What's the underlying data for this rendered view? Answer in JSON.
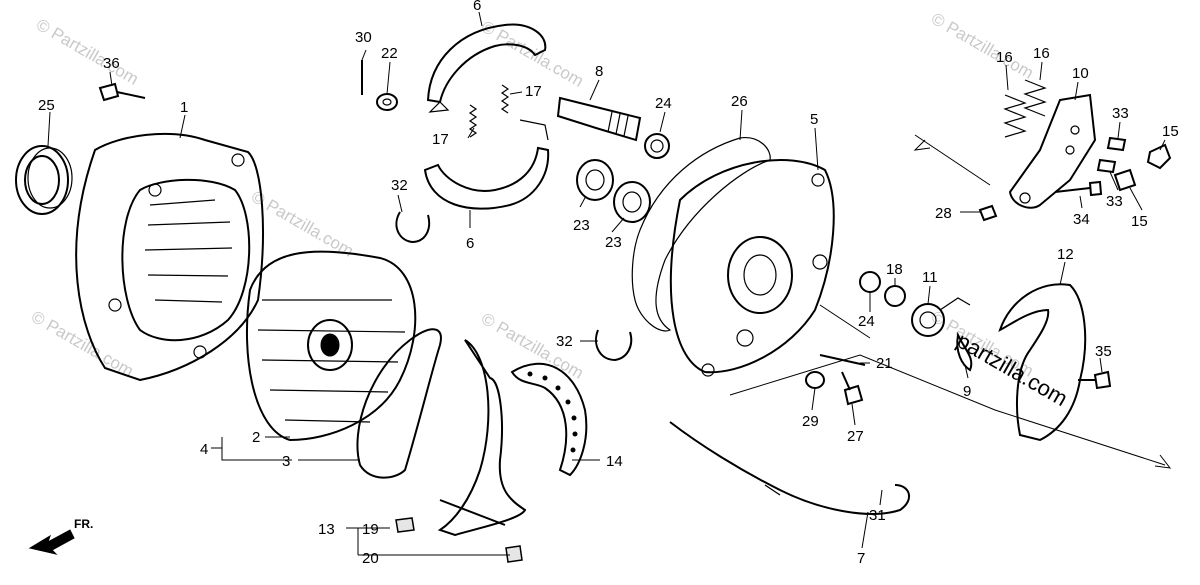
{
  "watermarks": [
    "© Partzilla.com",
    "© Partzilla.com",
    "© Partzilla.com",
    "© Partzilla.com",
    "© Partzilla.com",
    "© Partzilla.com",
    "© Partzilla.com"
  ],
  "brand_mark": "partzilla.com",
  "front_indicator": "FR.",
  "callouts": [
    "1",
    "2",
    "3",
    "4",
    "5",
    "6",
    "6",
    "7",
    "8",
    "9",
    "10",
    "11",
    "12",
    "13",
    "14",
    "15",
    "15",
    "16",
    "16",
    "17",
    "17",
    "18",
    "19",
    "20",
    "21",
    "22",
    "23",
    "23",
    "24",
    "24",
    "25",
    "26",
    "27",
    "28",
    "29",
    "30",
    "31",
    "32",
    "32",
    "33",
    "33",
    "34",
    "35",
    "36"
  ]
}
